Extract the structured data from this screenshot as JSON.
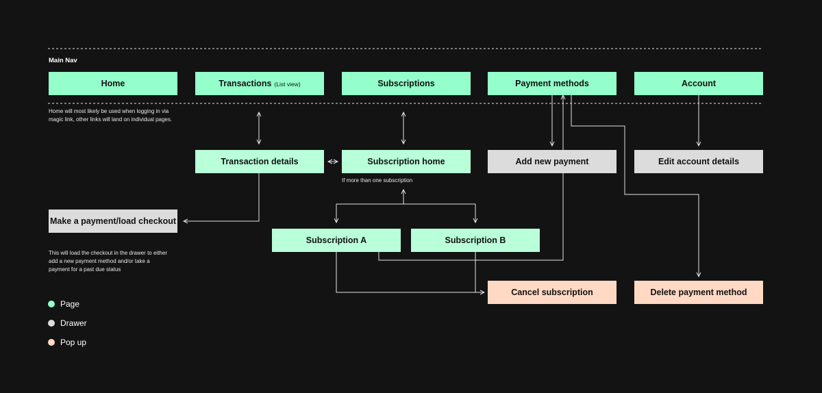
{
  "main_nav_label": "Main Nav",
  "nav": {
    "home": "Home",
    "transactions": "Transactions",
    "transactions_sub": "(List view)",
    "subscriptions": "Subscriptions",
    "payment_methods": "Payment methods",
    "account": "Account"
  },
  "nodes": {
    "transaction_details": "Transaction details",
    "subscription_home": "Subscription home",
    "add_new_payment": "Add new payment",
    "edit_account_details": "Edit account details",
    "make_payment": "Make a payment/load checkout",
    "subscription_a": "Subscription A",
    "subscription_b": "Subscription B",
    "cancel_subscription": "Cancel subscription",
    "delete_payment_method": "Delete payment method"
  },
  "notes": {
    "home_note_1": "Home will most likely be used when logging in via",
    "home_note_2": "magic link, other links will land on individual pages.",
    "sub_home_note": "If more than one subscription",
    "checkout_note_1": "This will load the checkout in the drawer to either",
    "checkout_note_2": "add a new payment method and/or take a",
    "checkout_note_3": "payment for a past due status"
  },
  "legend": [
    {
      "label": "Page",
      "color": "#94ffcb"
    },
    {
      "label": "Drawer",
      "color": "#dcdcdc"
    },
    {
      "label": "Pop up",
      "color": "#ffd9c4"
    }
  ]
}
